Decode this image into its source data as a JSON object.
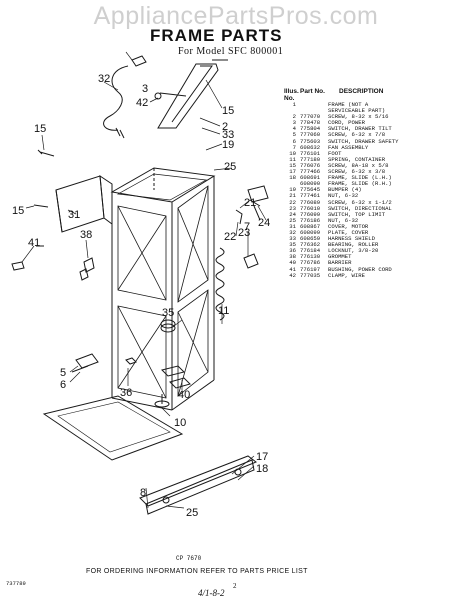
{
  "watermark": "AppliancePartsPros.com",
  "title": "FRAME PARTS",
  "subtitle": "For Model SFC 800001",
  "parts_table": {
    "headers": [
      "Illus. No.",
      "Part No.",
      "DESCRIPTION"
    ],
    "rows": [
      [
        "1",
        "",
        "FRAME (NOT A"
      ],
      [
        "",
        "",
        "SERVICEABLE PART)"
      ],
      [
        "2",
        "777070",
        "SCREW, 8-32 x 5/16"
      ],
      [
        "3",
        "778478",
        "CORD, POWER"
      ],
      [
        "4",
        "775804",
        "SWITCH, DRAWER TILT"
      ],
      [
        "5",
        "777060",
        "SCREW, 6-32 x 7/8"
      ],
      [
        "6",
        "775603",
        "SWITCH, DRAWER SAFETY"
      ],
      [
        "7",
        "608632",
        "FAN ASSEMBLY"
      ],
      [
        "10",
        "776101",
        "FOOT"
      ],
      [
        "11",
        "777180",
        "SPRING, CONTAINER"
      ],
      [
        "15",
        "776076",
        "SCREW, 8A-18 x 5/8"
      ],
      [
        "17",
        "777466",
        "SCREW, 6-32 x 3/8"
      ],
      [
        "18",
        "608691",
        "FRAME, SLIDE (L.H.)"
      ],
      [
        "",
        "608090",
        "FRAME, SLIDE (R.H.)"
      ],
      [
        "19",
        "775645",
        "BUMPER (4)"
      ],
      [
        "21",
        "777461",
        "NUT, 6-32"
      ],
      [
        "22",
        "776089",
        "SCREW, 6-32 x 1-1/2"
      ],
      [
        "23",
        "776010",
        "SWITCH, DIRECTIONAL"
      ],
      [
        "24",
        "776099",
        "SWITCH, TOP LIMIT"
      ],
      [
        "25",
        "776186",
        "NUT, 6-32"
      ],
      [
        "31",
        "608867",
        "COVER, MOTOR"
      ],
      [
        "32",
        "608099",
        "PLATE, COVER"
      ],
      [
        "33",
        "608659",
        "HARNESS SHIELD"
      ],
      [
        "35",
        "776362",
        "BEARING, ROLLER"
      ],
      [
        "36",
        "776184",
        "LOCKNUT, 3/8-20"
      ],
      [
        "38",
        "776130",
        "GROMMET"
      ],
      [
        "40",
        "776786",
        "BARRIER"
      ],
      [
        "41",
        "776197",
        "BUSHING, POWER CORD"
      ],
      [
        "42",
        "777035",
        "CLAMP, WIRE"
      ]
    ]
  },
  "callouts": {
    "c32": "32",
    "c3": "3",
    "c42": "42",
    "c15a": "15",
    "c2": "2",
    "c33": "33",
    "c19": "19",
    "c15b": "15",
    "c25a": "25",
    "c15c": "15",
    "c31": "31",
    "c38": "38",
    "c41": "41",
    "c7": "7",
    "c21": "21",
    "c22": "22",
    "c23": "23",
    "c24": "24",
    "c11": "11",
    "c35": "35",
    "c5": "5",
    "c6": "6",
    "c36": "36",
    "c40": "40",
    "c10": "10",
    "c17": "17",
    "c18": "18",
    "c8": "8",
    "c25b": "25"
  },
  "drawing_code": "CP 7670",
  "footer": "FOR ORDERING INFORMATION REFER TO PARTS PRICE LIST",
  "page_number": "2",
  "left_code": "737789",
  "handwritten": "4/1-8-2"
}
